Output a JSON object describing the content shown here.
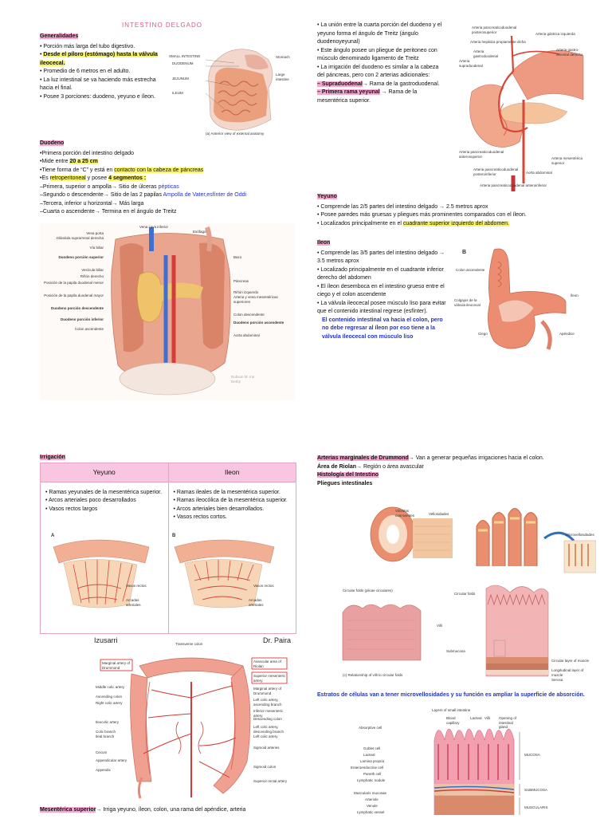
{
  "title": "INTESTINO DELGADO",
  "generalidades": {
    "heading": "Generalidades",
    "items": [
      "Porción más larga del tubo digestivo.",
      "Desde el píloro (estómago) hasta la válvula ileocecal.",
      "Promedio de 6 metros en el adulto.",
      "La luz intestinal se va haciendo más estrecha hacia el final.",
      "Posee 3 porciones: duodeno, yeyuno e íleon."
    ]
  },
  "fig_abdomen": {
    "labels": [
      "SMALL INTESTINE",
      "DUODENUM",
      "JEJUNUM",
      "ILEUM",
      "Stomach",
      "Large intestine"
    ],
    "caption": "(a) Anterior view of external anatomy"
  },
  "duodeno": {
    "heading": "Duodeno",
    "l1": "•Primera porción del intestino delgado",
    "l2_pre": "•Mide entre ",
    "l2_hl": "20 a 25 cm",
    "l3_pre": "•Tiene forma de “C” y está en ",
    "l3_hl": "contacto con la cabeza de páncreas",
    "l4_pre": "•Es ",
    "l4_hl": "retroperitoneal",
    "l4_mid": " y posee ",
    "l4_hl2": "4 segmentos :",
    "l5_pre": "–Primera, superior o ampolla→ Sitio de úlceras ",
    "l5_blue": "pépticas",
    "l6_pre": "–Segundo o descendente→  Sitio de las 2 papilas ",
    "l6_blue": "Ampolla de Vater,esfínter de Oddi",
    "l7": "–Tercera, inferior u horizontal→ Más larga",
    "l8": "–Cuarta o ascendente→  Termina en el ángulo de Treitz"
  },
  "fig_duodeno": {
    "labels_left": [
      "Vena porta",
      "Glándula suprarrenal derecha",
      "Vía biliar",
      "Duodeno porción superior",
      "Vesícula biliar",
      "Riñón derecho",
      "Posición de la papila duodenal menor",
      "Posición de la papila duodenal mayor",
      "Duodeno porción descendente",
      "Duodeno porción inferior",
      "Colon ascendente"
    ],
    "labels_right": [
      "Esófago",
      "Bazo",
      "Páncreas",
      "Riñón izquierdo",
      "Arteria y vena mesentéricas superiores",
      "Colon descendente",
      "Duodeno porción ascendente",
      "Aorta abdominal"
    ],
    "label_top": "Vena cava inferior",
    "credit": "Robson M. Irie Derby"
  },
  "col2_top": {
    "items": [
      "La unión entre la cuarta porción del duodeno y el yeyuno forma el ángulo de Treitz (ángulo duodenoyeyunal)",
      "Este ángulo posee un pliegue de peritoneo con músculo denominado ligamento de Treitz",
      "La irrigación del duodeno es similar a la cabeza del páncreas, pero con 2 arterias adicionales:"
    ],
    "supra_hl": "– Supraduodenal",
    "supra_rest": "→  Rama de la gastroduodenal.",
    "yey_hl": "– Primera rama yeyunal",
    "yey_rest": " →  Rama de la mesentérica superior."
  },
  "fig_arterias": {
    "labels": [
      "Arteria pancreaticoduodenal posterosuperior",
      "Arteria gástrica izquierda",
      "Arteria hepática propiamente dicha",
      "Arteria gastroduodenal",
      "Arteria supraduodenal",
      "Arteria gastro-omental derecha",
      "Arteria pancreaticoduodenal anterosuperior",
      "Arteria pancreaticoduodenal posteroinferior",
      "Arteria mesentérica superior",
      "Aorta abdominal",
      "Arteria pancreaticoduodenal anteroinferior"
    ]
  },
  "yeyuno": {
    "heading": "Yeyuno",
    "i1": "Comprende las 2/5 partes del intestino delgado → 2.5 metros aprox",
    "i2": "Posee paredes más gruesas y pliegues más prominentes comparados con el íleon.",
    "i3_pre": "Localizados principalmente en el ",
    "i3_hl": "cuadrante superior izquierdo del abdomen."
  },
  "ileon": {
    "heading": "Ileon",
    "items": [
      "Comprende las 3/5 partes del intestino delgado → 3.5 metros aprox",
      "Localizado principalmente en el cuadrante inferior derecho del abdomen",
      "El íleon desemboca en el intestino grueso entre el ciego y el colon ascendente",
      "La válvula ileocecal posee músculo liso para evitar que el contenido intestinal regrese (esfínter)."
    ],
    "blue_note": "El contenido intestinal va hacia el colon, pero no debe regresar al íleon por eso tiene a la válvula íleocecal con músculo liso"
  },
  "fig_ileocecal": {
    "labels": [
      "B",
      "Colon ascendente",
      "Colgajos de la válvula ileocecal",
      "Ciego",
      "Íleon",
      "Apéndice"
    ]
  },
  "irrigacion": {
    "heading": "Irrigación",
    "col_yeyuno": "Yeyuno",
    "col_ileon": "Ileon",
    "yeyuno_items": [
      "Ramas yeyunales de la mesentérica superior.",
      "Arcos arteriales poco desarrollados",
      "Vasos rectos largos"
    ],
    "ileon_items": [
      "Ramas ileales de la mesentérica superior.",
      "Ramas ileocólica de la mesentérica superior.",
      "Arcos arteriales bien desarrollados.",
      "Vasos rectos cortos."
    ],
    "figA_labels": [
      "A",
      "Vasos rectos",
      "Arcadas arteriales"
    ],
    "figB_labels": [
      "B",
      "Vasos rectos",
      "Arcadas arteriales"
    ]
  },
  "colon_fig": {
    "left_caption": "Izusarri",
    "right_caption": "Dr. Paira",
    "labels_left": [
      "Marginal artery of Drummond",
      "Middle colic artery",
      "Ascending colon",
      "Right colic artery",
      "Ileocolic artery",
      "Colic branch",
      "Ileal branch",
      "Cecum",
      "Appendicular artery",
      "Appendix"
    ],
    "labels_right": [
      "Transverse colon",
      "Avascular area of Riolan",
      "Superior mesenteric artery",
      "Marginal artery of Drummond",
      "Left colic artery, ascending branch",
      "Inferior mesenteric artery",
      "Descending colon",
      "Left colic artery, descending branch",
      "Left colic artery",
      "Sigmoid arteries",
      "Sigmoid colon",
      "Superior rectal artery"
    ]
  },
  "mesenterica": {
    "hl": "Mesentérica superior",
    "rest": "→ Irriga yeyuno, íleon, colon, una rama del apéndice, arteria"
  },
  "col4": {
    "drummond_hl": "Arterias marginales de Drummond",
    "drummond_rest": "→ Van a generar pequeñas irrigaciones hacia el colon.",
    "riolan_b": "Área de Riolan",
    "riolan_rest": "→ Región o área avascular",
    "histologia": "Histología del Intestino",
    "pliegues": "Pliegues intestinales",
    "estratos": "Estratos de células van a tener microvellosidades y su función es ampliar la superficie de absorción."
  },
  "fig_pliegues": {
    "labels": [
      "Válvulas conniventes",
      "Vellosidades",
      "Microvellosidades"
    ]
  },
  "fig_villi": {
    "labels": [
      "Circular folds (plicae circulares)",
      "Circular folds",
      "Villi",
      "Submucosa",
      "Circular layer of muscle",
      "Longitudinal layer of muscle",
      "Serosa"
    ],
    "caption": "(c) Relationship of villi to circular folds"
  },
  "fig_mucosa": {
    "labels_top": [
      "Layers of small intestine",
      "Blood capillary",
      "Lacteal",
      "Villi",
      "Opening of intestinal gland"
    ],
    "labels_left": [
      "Absorptive cell",
      "Goblet cell",
      "Lacteal",
      "Lamina propria",
      "Enteroendocrine cell",
      "Paneth cell",
      "Lymphatic nodule",
      "Muscularis mucosae",
      "Arteriole",
      "Venule",
      "Lymphatic vessel"
    ],
    "labels_right": [
      "MUCOSA",
      "SUBMUCOSA",
      "MUSCULARIS"
    ]
  },
  "colors": {
    "pink_heading": "#f5a9d0",
    "yellow_highlight": "#f7f36b",
    "blue_text": "#2233cc",
    "tissue": "#e8876f"
  }
}
